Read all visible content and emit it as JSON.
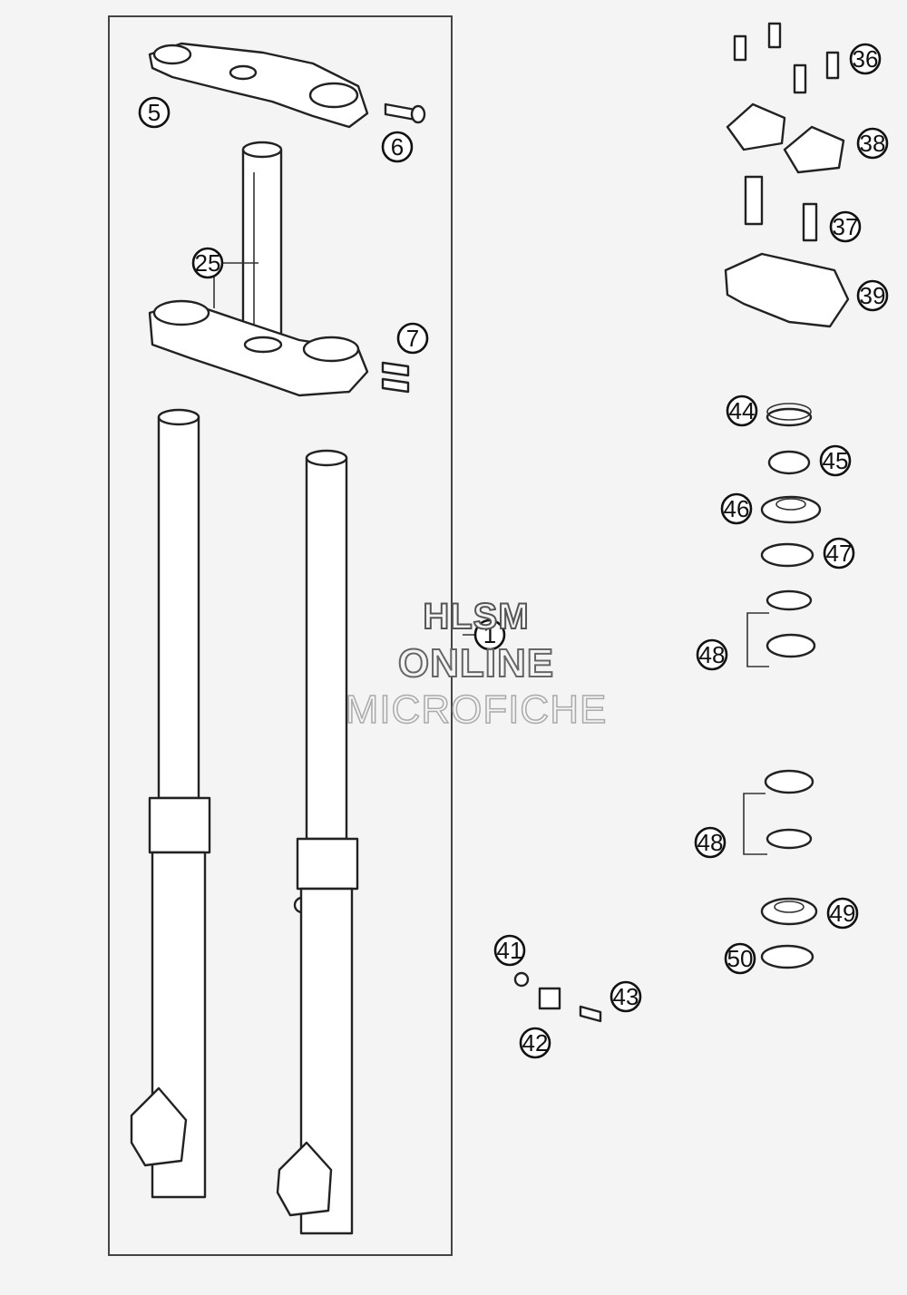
{
  "callouts": {
    "c5": "5",
    "c6": "6",
    "c25": "25",
    "c7": "7",
    "c1": "1",
    "c36": "36",
    "c38": "38",
    "c37": "37",
    "c39": "39",
    "c44": "44",
    "c45": "45",
    "c46": "46",
    "c47": "47",
    "c48a": "48",
    "c48b": "48",
    "c49": "49",
    "c50": "50",
    "c41": "41",
    "c42": "42",
    "c43": "43"
  },
  "watermark": {
    "line1": "HLSM",
    "line2": "ONLINE",
    "line3": "MICROFICHE"
  }
}
